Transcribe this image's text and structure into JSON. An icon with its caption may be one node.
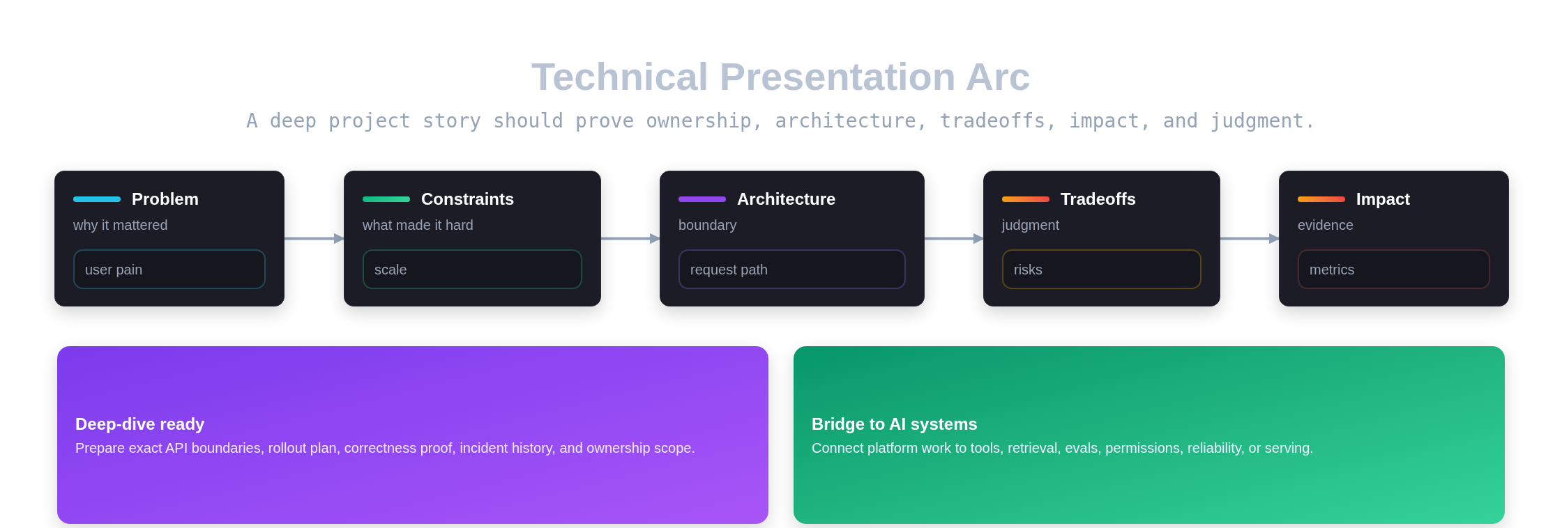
{
  "diagram": {
    "title": "Technical Presentation Arc",
    "caption": "A deep project story should prove ownership, architecture, tradeoffs, impact, and judgment.",
    "nodes": [
      {
        "text": [
          "Problem",
          "why it mattered"
        ]
      },
      {
        "text": [
          "user pain"
        ],
        "in": 0
      },
      {
        "text": [
          "Constraints",
          "what made it hard"
        ]
      },
      {
        "text": [
          "scale"
        ],
        "in": 2
      },
      {
        "text": [
          "Architecture",
          "boundary"
        ]
      },
      {
        "text": [
          "request path"
        ],
        "in": 4
      },
      {
        "text": [
          "Tradeoffs",
          "judgment"
        ]
      },
      {
        "text": [
          "risks"
        ],
        "in": 6
      },
      {
        "text": [
          "Impact",
          "evidence"
        ]
      },
      {
        "text": [
          "metrics"
        ],
        "in": 8
      },
      {
        "text": [
          "Deep-dive ready",
          "Prepare exact API boundaries, rollout plan, correctness proof, incident history, and ownership scope."
        ]
      },
      {
        "text": [
          "Bridge to AI systems",
          "Connect platform work to tools, retrieval, evals, permissions, reliability, or serving."
        ]
      }
    ],
    "edges": [
      {
        "from": 0,
        "to": 2,
        "arrow": "to"
      },
      {
        "from": 2,
        "to": 4,
        "arrow": "to"
      },
      {
        "from": 4,
        "to": 6,
        "arrow": "to"
      },
      {
        "from": 6,
        "to": 8,
        "arrow": "to"
      }
    ]
  }
}
